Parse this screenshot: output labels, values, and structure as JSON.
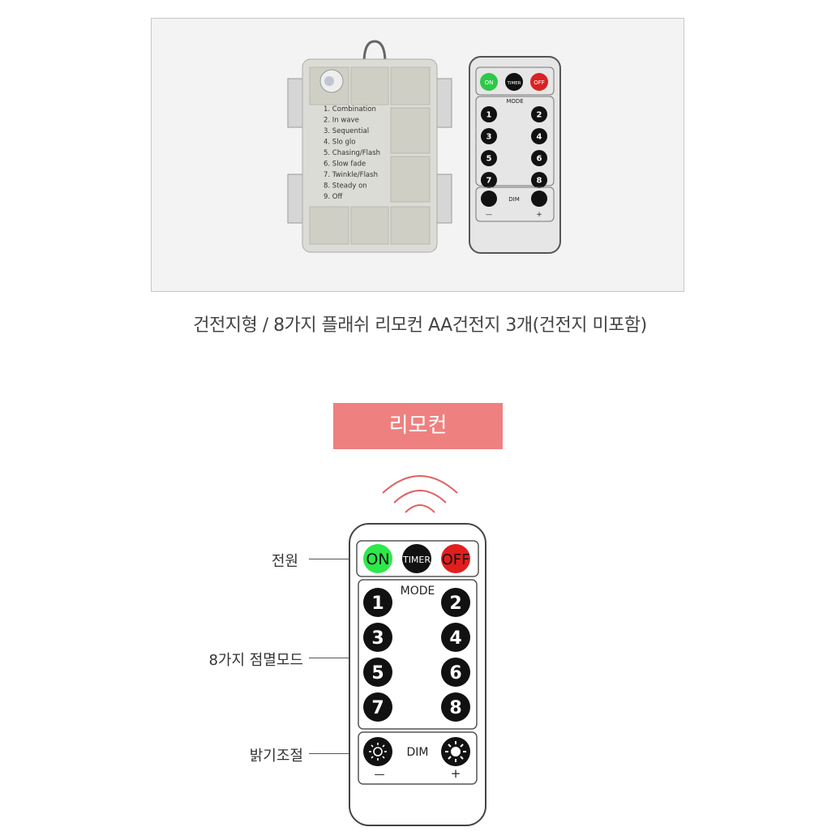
{
  "photo": {
    "battery_box_list": [
      "1. Combination",
      "2. In wave",
      "3. Sequential",
      "4. Slo glo",
      "5. Chasing/Flash",
      "6. Slow fade",
      "7. Twinkle/Flash",
      "8. Steady on",
      "9. Off"
    ],
    "small_remote": {
      "on": "ON",
      "timer": "TIMER",
      "off": "OFF",
      "mode": "MODE",
      "numbers": [
        "1",
        "2",
        "3",
        "4",
        "5",
        "6",
        "7",
        "8"
      ],
      "dim": "DIM",
      "minus": "—",
      "plus": "+"
    }
  },
  "caption": "건전지형 / 8가지 플래쉬 리모컨 AA건전지 3개(건전지 미포함)",
  "banner": "리모컨",
  "labels": {
    "power": "전원",
    "modes": "8가지 점멸모드",
    "brightness": "밝기조절"
  },
  "remote": {
    "on": "ON",
    "timer": "TIMER",
    "off": "OFF",
    "mode": "MODE",
    "numbers": [
      "1",
      "2",
      "3",
      "4",
      "5",
      "6",
      "7",
      "8"
    ],
    "dim": "DIM",
    "minus": "—",
    "plus": "+"
  },
  "colors": {
    "banner": "#ef8080",
    "on_button": "#2ee84a",
    "off_button": "#e21e1e",
    "signal": "#e06060"
  }
}
